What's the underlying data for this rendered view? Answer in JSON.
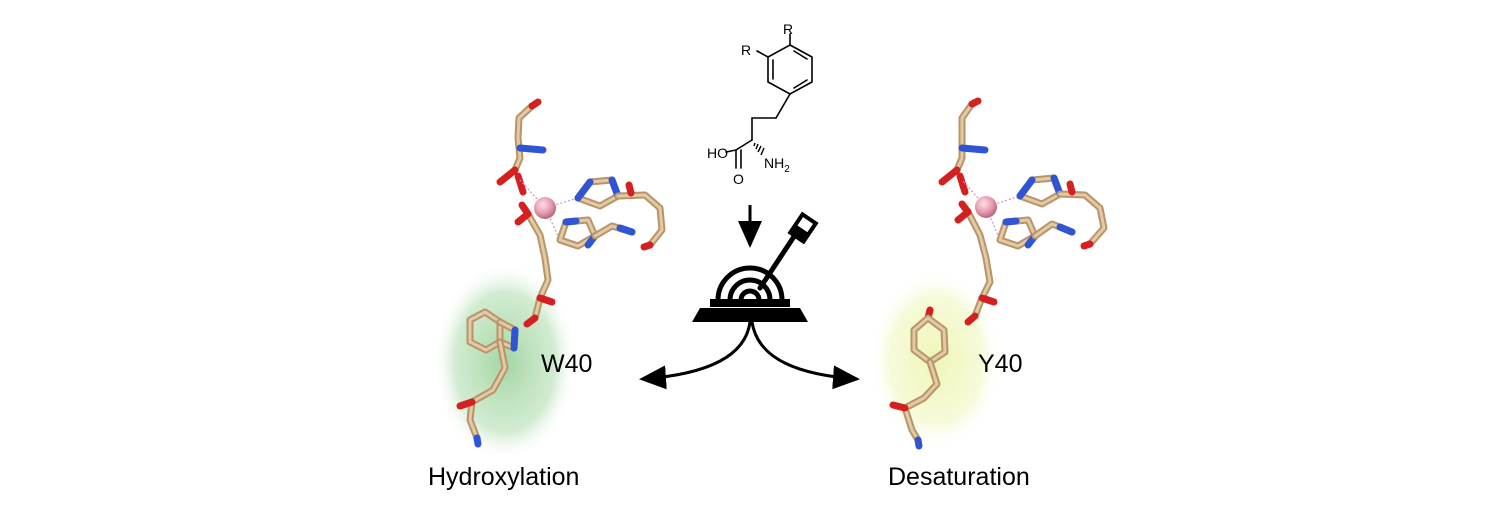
{
  "substrate": {
    "r_top": "R",
    "r_left": "R",
    "ho": "HO",
    "o": "O",
    "nh": "NH",
    "nh_sub": "2"
  },
  "left_panel": {
    "residue_label": "W40",
    "reaction_label": "Hydroxylation",
    "halo_color": "#9ed39e"
  },
  "right_panel": {
    "residue_label": "Y40",
    "reaction_label": "Desaturation",
    "halo_color": "#eef6b8"
  },
  "colors": {
    "carbon": "#b8946a",
    "nitrogen": "#2f55d4",
    "oxygen": "#d42020",
    "metal": "#e89aae"
  }
}
